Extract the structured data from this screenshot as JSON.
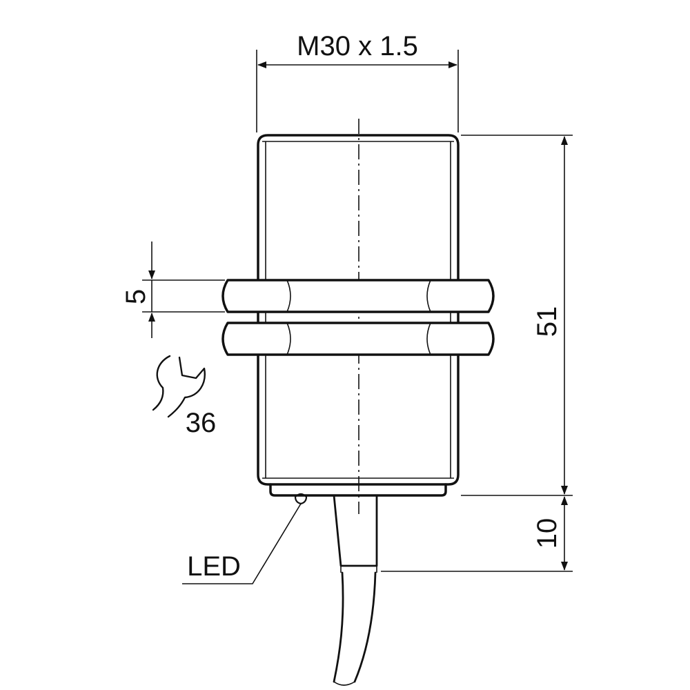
{
  "drawing": {
    "thread_label": "M30 x 1.5",
    "nut_height_label": "5",
    "wrench_size_label": "36",
    "body_length_label": "51",
    "cable_length_label": "10",
    "led_label": "LED"
  }
}
